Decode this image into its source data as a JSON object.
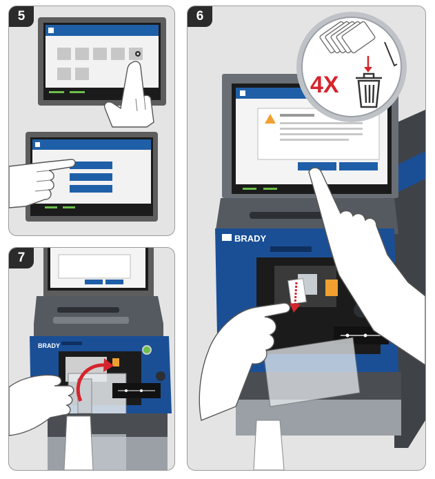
{
  "steps": [
    {
      "number": "5"
    },
    {
      "number": "6"
    },
    {
      "number": "7"
    }
  ],
  "printer_brand": "BRADY",
  "discard_callout": {
    "count_text": "4X"
  },
  "colors": {
    "panel_bg": "#e4e4e4",
    "screen_blue": "#1f5fa8",
    "printer_blue": "#1a4f96",
    "warning_orange": "#f0a030",
    "discard_red": "#d5252c",
    "led_green": "#6cc04a"
  },
  "icons": [
    "tap-hand-icon",
    "warning-icon",
    "trash-icon",
    "cards-stack-icon",
    "arrow-rotate-icon",
    "arrow-down-icon"
  ]
}
